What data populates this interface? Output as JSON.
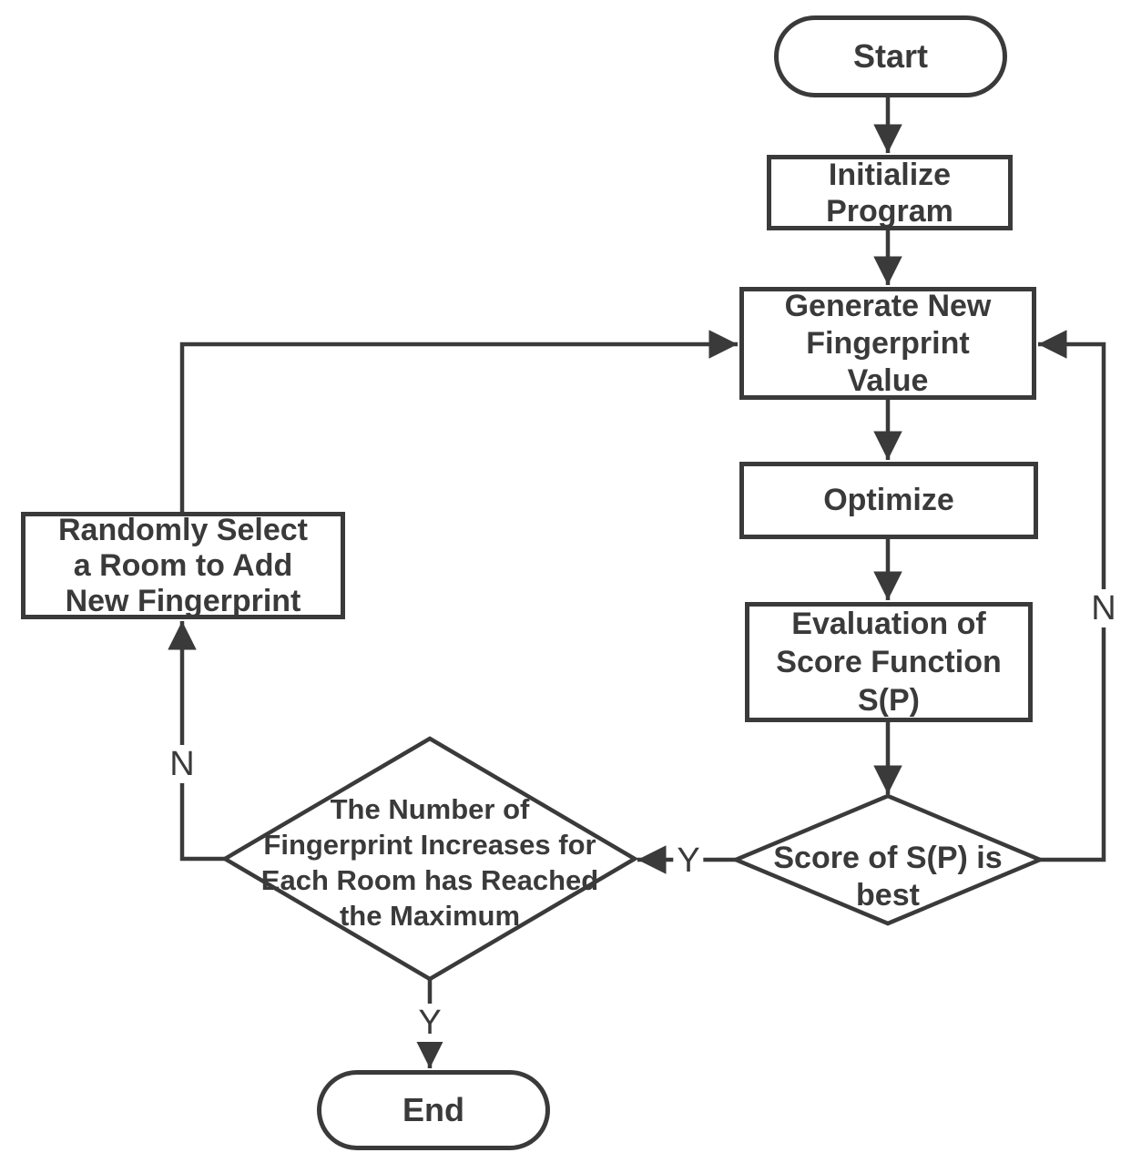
{
  "diagram": {
    "type": "flowchart",
    "colors": {
      "stroke": "#3a3a3a",
      "text": "#3a3a3a",
      "background": "#ffffff"
    },
    "nodes": {
      "start": {
        "shape": "stadium",
        "label": "Start"
      },
      "initialize": {
        "shape": "rect",
        "label": "Initialize\nProgram"
      },
      "generate": {
        "shape": "rect",
        "label": "Generate New\nFingerprint\nValue"
      },
      "optimize": {
        "shape": "rect",
        "label": "Optimize"
      },
      "evaluation": {
        "shape": "rect",
        "label": "Evaluation of\nScore Function\nS(P)"
      },
      "score_decision": {
        "shape": "diamond",
        "label": "Score of S(P) is\nbest"
      },
      "max_decision": {
        "shape": "diamond",
        "label": "The Number of\nFingerprint Increases for\nEach Room has Reached\nthe Maximum"
      },
      "random_select": {
        "shape": "rect",
        "label": "Randomly Select\na Room to Add\nNew Fingerprint"
      },
      "end": {
        "shape": "stadium",
        "label": "End"
      }
    },
    "edge_labels": {
      "score_no": "N",
      "score_yes": "Y",
      "max_no": "N",
      "max_yes": "Y"
    },
    "edges": [
      {
        "from": "start",
        "to": "initialize",
        "label": ""
      },
      {
        "from": "initialize",
        "to": "generate",
        "label": ""
      },
      {
        "from": "generate",
        "to": "optimize",
        "label": ""
      },
      {
        "from": "optimize",
        "to": "evaluation",
        "label": ""
      },
      {
        "from": "evaluation",
        "to": "score_decision",
        "label": ""
      },
      {
        "from": "score_decision",
        "to": "max_decision",
        "label": "Y"
      },
      {
        "from": "score_decision",
        "to": "generate",
        "label": "N"
      },
      {
        "from": "max_decision",
        "to": "random_select",
        "label": "N"
      },
      {
        "from": "random_select",
        "to": "generate",
        "label": ""
      },
      {
        "from": "max_decision",
        "to": "end",
        "label": "Y"
      }
    ]
  }
}
